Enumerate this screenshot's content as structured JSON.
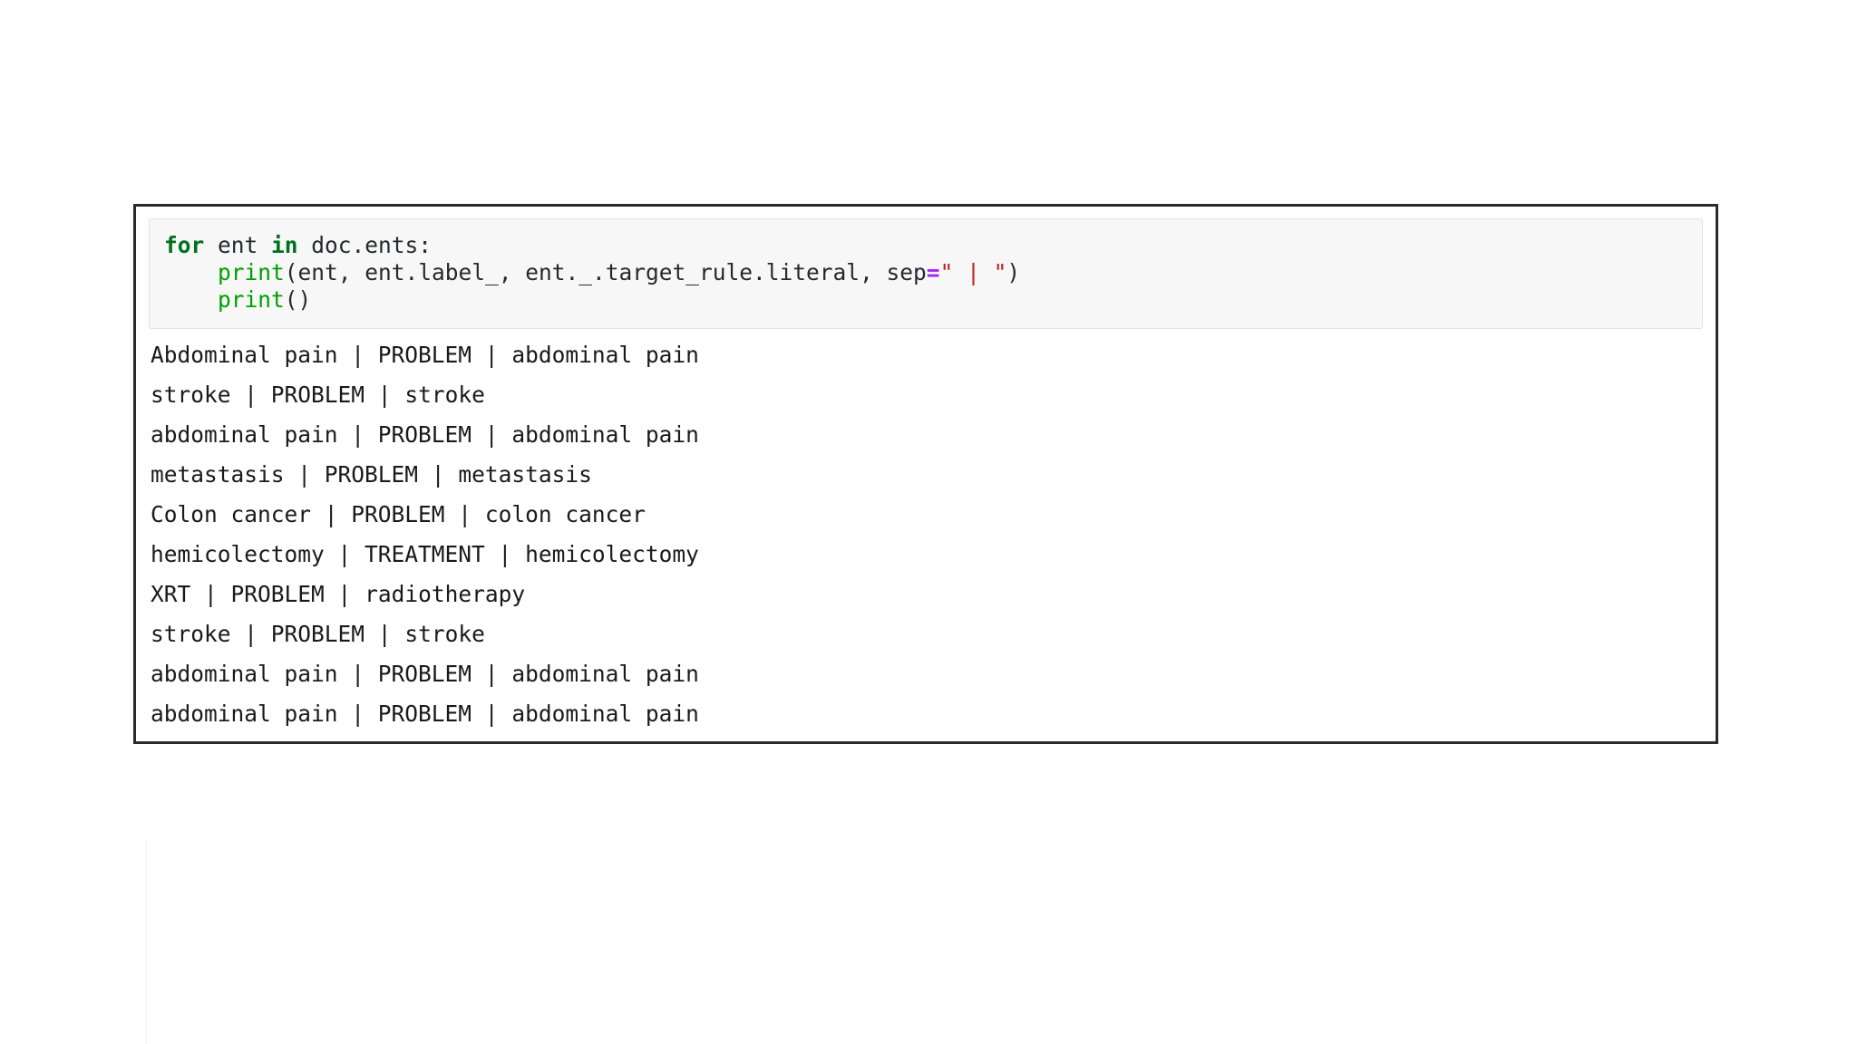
{
  "cell": {
    "kind": "jupyter-notebook-cell",
    "border_color": "#2b2b2b",
    "code_background": "#f7f7f7"
  },
  "code": {
    "language": "python",
    "tokens": [
      [
        {
          "t": "for",
          "c": "kw"
        },
        {
          "t": " ent ",
          "c": "plain"
        },
        {
          "t": "in",
          "c": "kw"
        },
        {
          "t": " doc.ents:",
          "c": "plain"
        }
      ],
      [
        {
          "t": "    ",
          "c": "plain"
        },
        {
          "t": "print",
          "c": "builtin"
        },
        {
          "t": "(ent, ent.label_, ent._.target_rule.literal, sep",
          "c": "plain"
        },
        {
          "t": "=",
          "c": "op"
        },
        {
          "t": "\" | \"",
          "c": "str"
        },
        {
          "t": ")",
          "c": "punct"
        }
      ],
      [
        {
          "t": "    ",
          "c": "plain"
        },
        {
          "t": "print",
          "c": "builtin"
        },
        {
          "t": "()",
          "c": "punct"
        }
      ]
    ],
    "plain_text": "for ent in doc.ents:\n    print(ent, ent.label_, ent._.target_rule.literal, sep=\" | \")\n    print()"
  },
  "output": {
    "separator": " | ",
    "columns": [
      "entity_text",
      "label",
      "target_rule_literal"
    ],
    "rows": [
      {
        "entity_text": "Abdominal pain",
        "label": "PROBLEM",
        "target_rule_literal": "abdominal pain"
      },
      {
        "entity_text": "stroke",
        "label": "PROBLEM",
        "target_rule_literal": "stroke"
      },
      {
        "entity_text": "abdominal pain",
        "label": "PROBLEM",
        "target_rule_literal": "abdominal pain"
      },
      {
        "entity_text": "metastasis",
        "label": "PROBLEM",
        "target_rule_literal": "metastasis"
      },
      {
        "entity_text": "Colon cancer",
        "label": "PROBLEM",
        "target_rule_literal": "colon cancer"
      },
      {
        "entity_text": "hemicolectomy",
        "label": "TREATMENT",
        "target_rule_literal": "hemicolectomy"
      },
      {
        "entity_text": "XRT",
        "label": "PROBLEM",
        "target_rule_literal": "radiotherapy"
      },
      {
        "entity_text": "stroke",
        "label": "PROBLEM",
        "target_rule_literal": "stroke"
      },
      {
        "entity_text": "abdominal pain",
        "label": "PROBLEM",
        "target_rule_literal": "abdominal pain"
      },
      {
        "entity_text": "abdominal pain",
        "label": "PROBLEM",
        "target_rule_literal": "abdominal pain"
      }
    ]
  }
}
